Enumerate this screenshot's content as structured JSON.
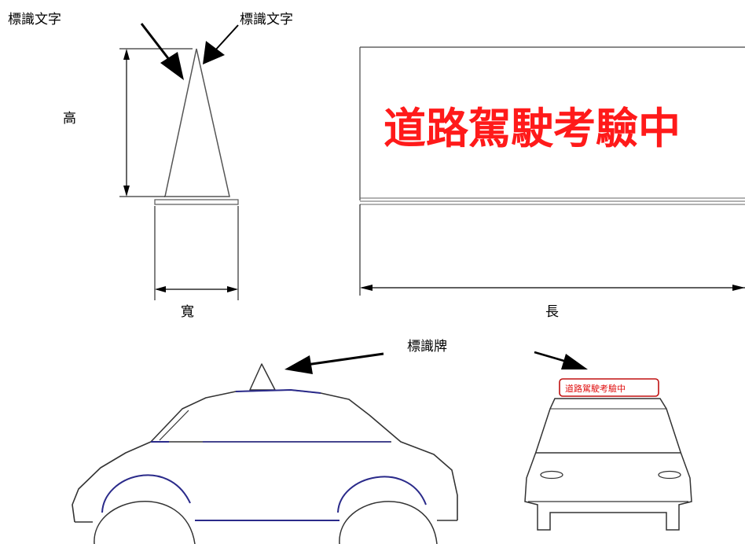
{
  "labels": {
    "sign_text_left": "標識文字",
    "sign_text_right": "標識文字",
    "height": "高",
    "width": "寬",
    "length": "長",
    "sign_board": "標識牌"
  },
  "sign_banner": {
    "text": "道路駕駛考驗中",
    "color": "#ff1a1a"
  },
  "rear_car_sign": {
    "text": "道路駕駛考驗中",
    "color": "#e01010"
  },
  "colors": {
    "line": "#000000",
    "car_outline": "#333333",
    "car_accent": "#2a2a8a"
  }
}
